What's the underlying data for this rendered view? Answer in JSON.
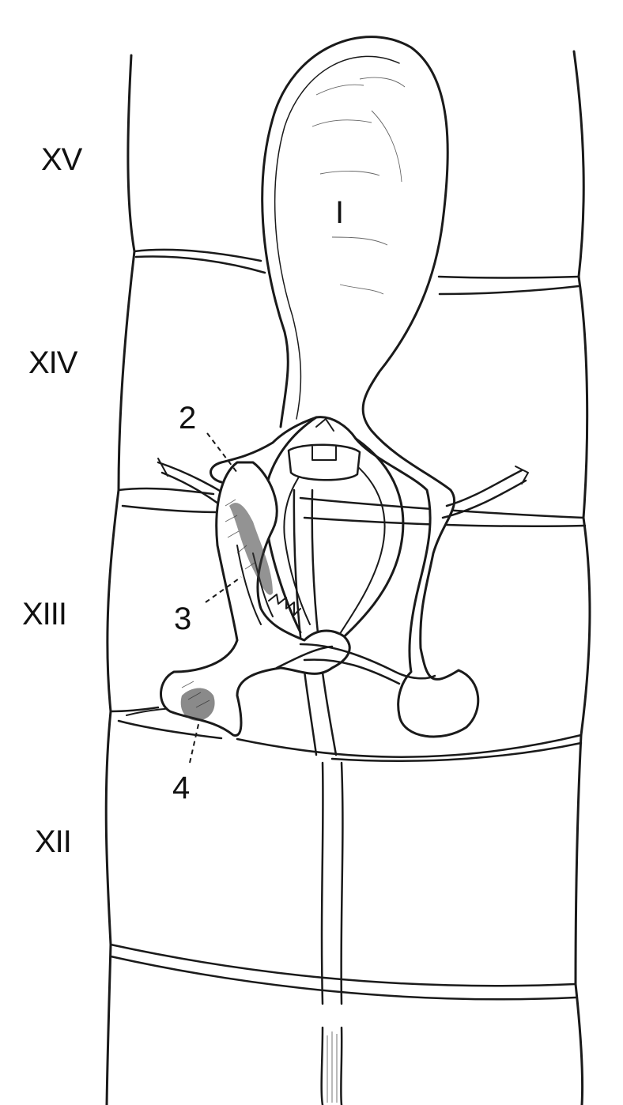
{
  "segment_labels": {
    "xv": "XV",
    "xiv": "XIV",
    "xiii": "XIII",
    "xii": "XII"
  },
  "part_labels": {
    "p1": "I",
    "p2": "2",
    "p3": "3",
    "p4": "4"
  },
  "colors": {
    "ink": "#1a1a1a",
    "paper": "#ffffff"
  }
}
